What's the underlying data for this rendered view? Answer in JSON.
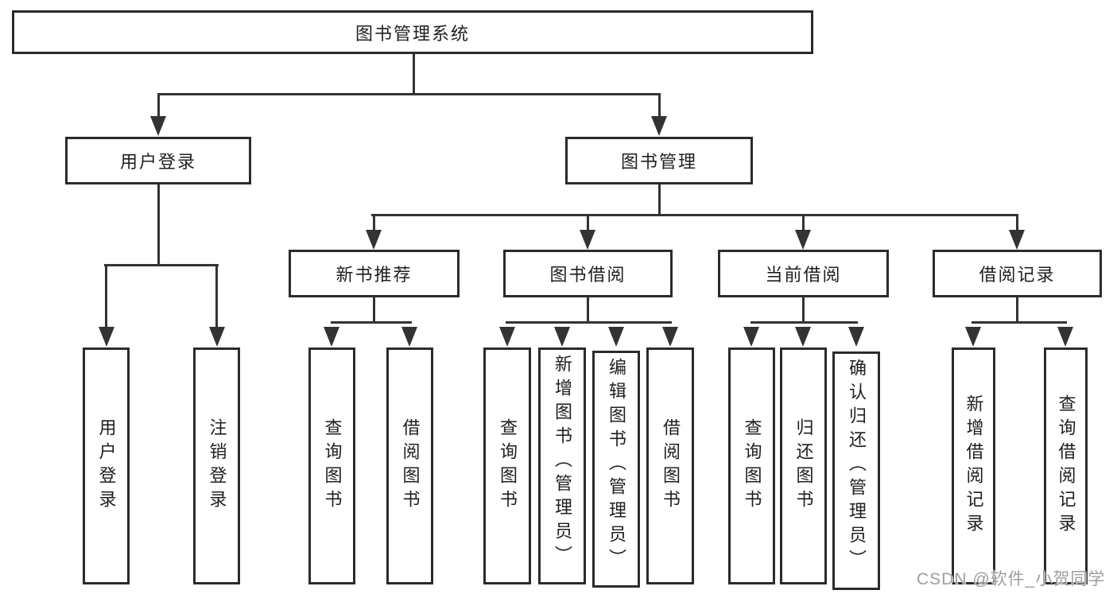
{
  "diagram": {
    "root": "图书管理系统",
    "branches": [
      {
        "label": "用户登录",
        "children": [
          {
            "label": "用户登录"
          },
          {
            "label": "注销登录"
          }
        ]
      },
      {
        "label": "图书管理",
        "children": [
          {
            "label": "新书推荐",
            "children": [
              {
                "label": "查询图书"
              },
              {
                "label": "借阅图书"
              }
            ]
          },
          {
            "label": "图书借阅",
            "children": [
              {
                "label": "查询图书"
              },
              {
                "label": "新增图书（管理员）"
              },
              {
                "label": "编辑图书（管理员）"
              },
              {
                "label": "借阅图书"
              }
            ]
          },
          {
            "label": "当前借阅",
            "children": [
              {
                "label": "查询图书"
              },
              {
                "label": "归还图书"
              },
              {
                "label": "确认归还（管理员）"
              }
            ]
          },
          {
            "label": "借阅记录",
            "children": [
              {
                "label": "新增借阅记录"
              },
              {
                "label": "查询借阅记录"
              }
            ]
          }
        ]
      }
    ]
  },
  "watermark": {
    "text": "CSDN @软件_小贺同学"
  },
  "colors": {
    "line": "#333333",
    "box_border": "#2b2b2b",
    "text": "#1f1f1f",
    "watermark": "#9e9e9e",
    "background": "#ffffff"
  }
}
